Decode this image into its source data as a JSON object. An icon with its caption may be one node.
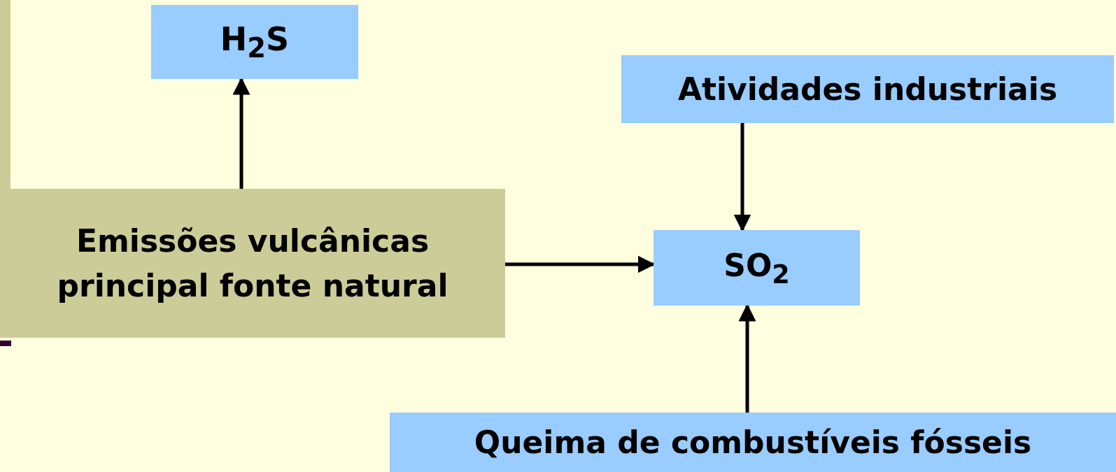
{
  "diagram": {
    "nodes": [
      {
        "text": [
          "H$_{2}$S"
        ]
      },
      {
        "text": [
          "Atividades industriais"
        ]
      },
      {
        "text": [
          "Emissões vulcânicas",
          "principal fonte natural"
        ]
      },
      {
        "text": [
          "SO$_{2}$"
        ]
      },
      {
        "text": [
          "Queima de combustíveis fósseis"
        ]
      }
    ],
    "edges": [
      {
        "from": 2,
        "to": 0,
        "arrow": "to"
      },
      {
        "from": 1,
        "to": 3,
        "arrow": "to"
      },
      {
        "from": 2,
        "to": 3,
        "arrow": "to"
      },
      {
        "from": 4,
        "to": 3,
        "arrow": "to"
      }
    ]
  }
}
